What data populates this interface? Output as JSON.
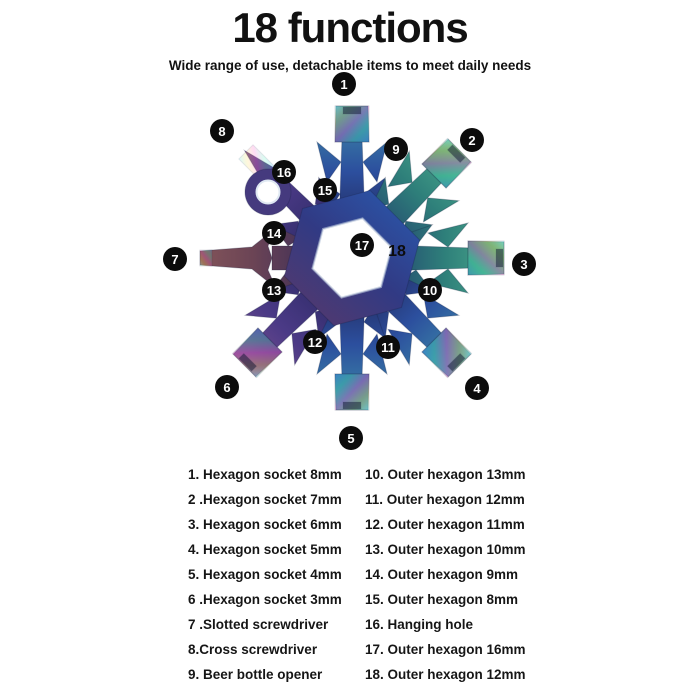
{
  "header": {
    "title": "18 functions",
    "subtitle": "Wide range of use, detachable items to meet daily needs"
  },
  "product": {
    "description": "18-in-1 snowflake-shaped multi-tool, iridescent rainbow metal finish, hexagonal hole in center",
    "colors": {
      "badge_black": "#0c0c0c",
      "body_blue": "#2c4f9e",
      "body_teal": "#2e7f7a",
      "body_purple": "#4b3a86",
      "body_maroon": "#6b4455",
      "sheen_cyan": "#8ff4ff",
      "sheen_magenta": "#ff5ad0",
      "sheen_yellow": "#ffd84d"
    }
  },
  "callouts": [
    "1",
    "2",
    "3",
    "4",
    "5",
    "6",
    "7",
    "8",
    "9",
    "10",
    "11",
    "12",
    "13",
    "14",
    "15",
    "16",
    "17",
    "18"
  ],
  "legend": {
    "left": [
      "1. Hexagon socket 8mm",
      "2 .Hexagon socket 7mm",
      "3. Hexagon socket 6mm",
      "4. Hexagon socket 5mm",
      "5. Hexagon socket 4mm",
      "6 .Hexagon socket 3mm",
      "7 .Slotted screwdriver",
      "8.Cross screwdriver",
      "9. Beer bottle opener"
    ],
    "right": [
      "10. Outer hexagon 13mm",
      "11. Outer hexagon 12mm",
      "12. Outer hexagon 11mm",
      "13. Outer hexagon 10mm",
      "14. Outer hexagon 9mm",
      "15. Outer hexagon 8mm",
      "16. Hanging hole",
      "17. Outer hexagon 16mm",
      "18. Outer hexagon 12mm"
    ]
  }
}
